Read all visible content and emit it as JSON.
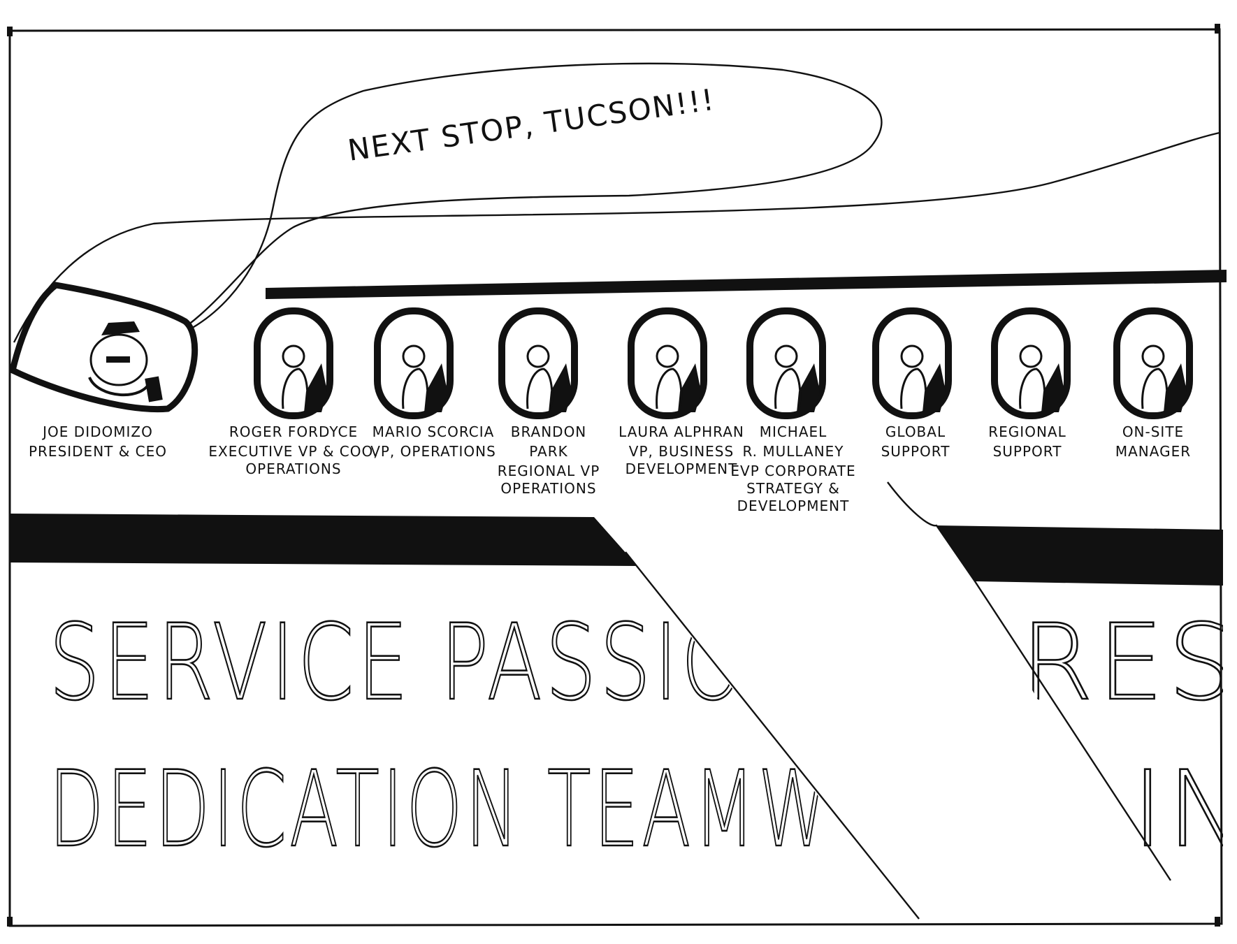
{
  "speech": "NEXT STOP, TUCSON!!!",
  "passengers": [
    {
      "name": "JOE DIDOMIZO",
      "title_lines": [
        "PRESIDENT & CEO"
      ]
    },
    {
      "name": "ROGER FORDYCE",
      "title_lines": [
        "EXECUTIVE VP & COO,",
        "OPERATIONS"
      ]
    },
    {
      "name": "MARIO SCORCIA",
      "title_lines": [
        "VP, OPERATIONS"
      ]
    },
    {
      "name_lines": [
        "BRANDON",
        "PARK"
      ],
      "title_lines": [
        "REGIONAL VP",
        "OPERATIONS"
      ]
    },
    {
      "name": "LAURA ALPHRAN",
      "title_lines": [
        "VP, BUSINESS",
        "DEVELOPMENT"
      ]
    },
    {
      "name_lines": [
        "MICHAEL",
        "R. MULLANEY"
      ],
      "title_lines": [
        "EVP CORPORATE",
        "STRATEGY &",
        "DEVELOPMENT"
      ]
    },
    {
      "name_lines": [
        "GLOBAL",
        "SUPPORT"
      ]
    },
    {
      "name_lines": [
        "REGIONAL",
        "SUPPORT"
      ]
    },
    {
      "name_lines": [
        "ON-SITE",
        "MANAGER"
      ]
    }
  ],
  "fuselage_text": {
    "line1_left": "SERVICE PASSIO",
    "line1_right": "RESP",
    "line2_left": "DEDICATION TEAMW",
    "line2_right": "IN"
  },
  "colors": {
    "ink": "#111111",
    "paper": "#ffffff"
  }
}
